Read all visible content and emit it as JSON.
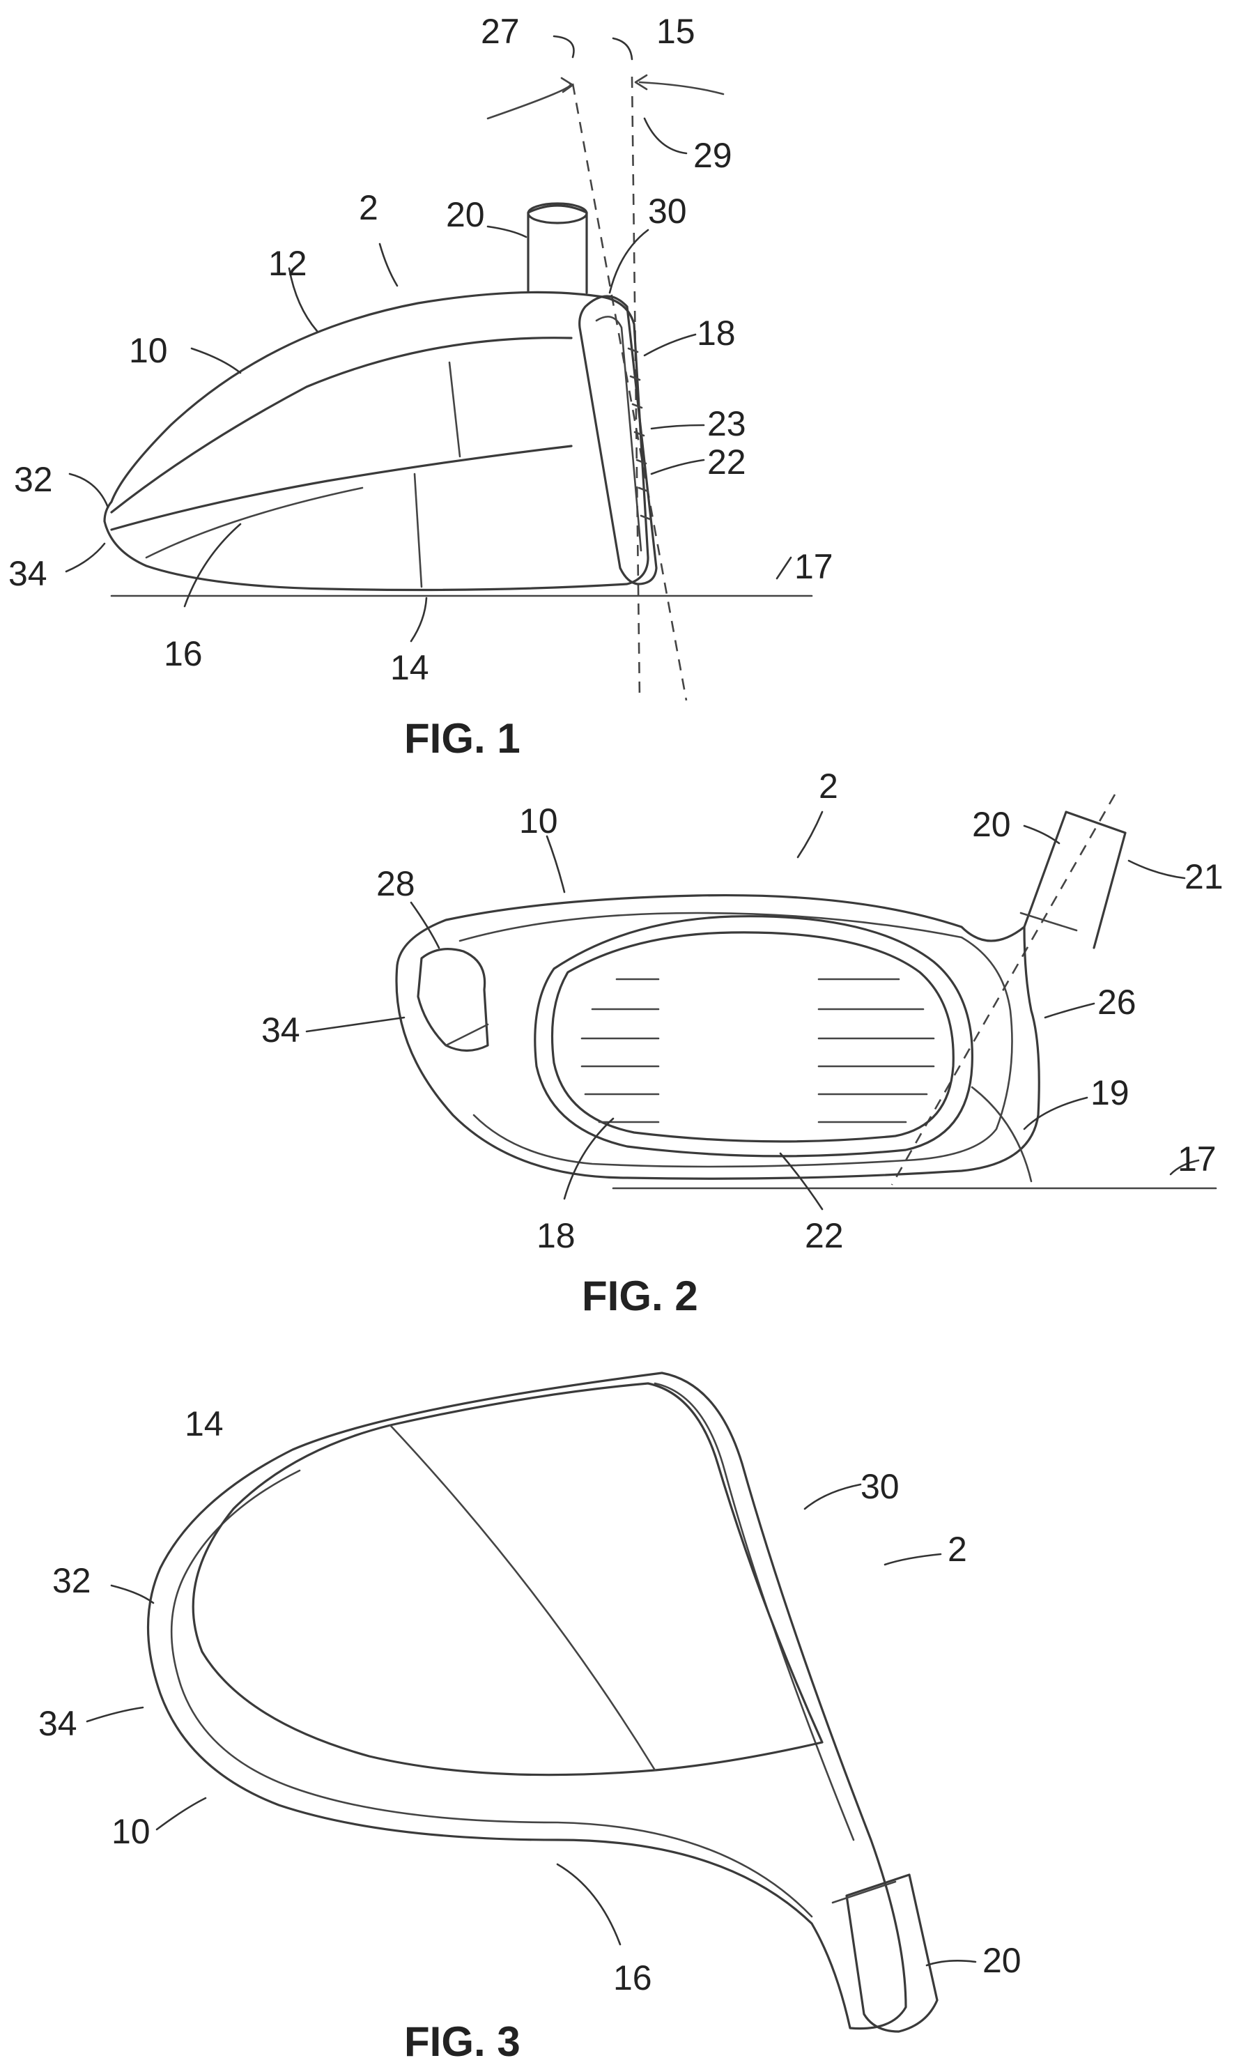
{
  "figures": [
    {
      "id": "fig1",
      "caption": "FIG. 1",
      "labels": {
        "l27": "27",
        "l15": "15",
        "l29": "29",
        "l20": "20",
        "l30": "30",
        "l2": "2",
        "l12": "12",
        "l18": "18",
        "l10": "10",
        "l23": "23",
        "l22": "22",
        "l32": "32",
        "l34": "34",
        "l17": "17",
        "l16": "16",
        "l14": "14"
      }
    },
    {
      "id": "fig2",
      "caption": "FIG. 2",
      "labels": {
        "l2": "2",
        "l10": "10",
        "l20": "20",
        "l21": "21",
        "l28": "28",
        "l34": "34",
        "l26": "26",
        "l19": "19",
        "l17": "17",
        "l18": "18",
        "l22": "22"
      }
    },
    {
      "id": "fig3",
      "caption": "FIG. 3",
      "labels": {
        "l14": "14",
        "l30": "30",
        "l2": "2",
        "l32": "32",
        "l34": "34",
        "l10": "10",
        "l16": "16",
        "l20": "20"
      }
    }
  ]
}
